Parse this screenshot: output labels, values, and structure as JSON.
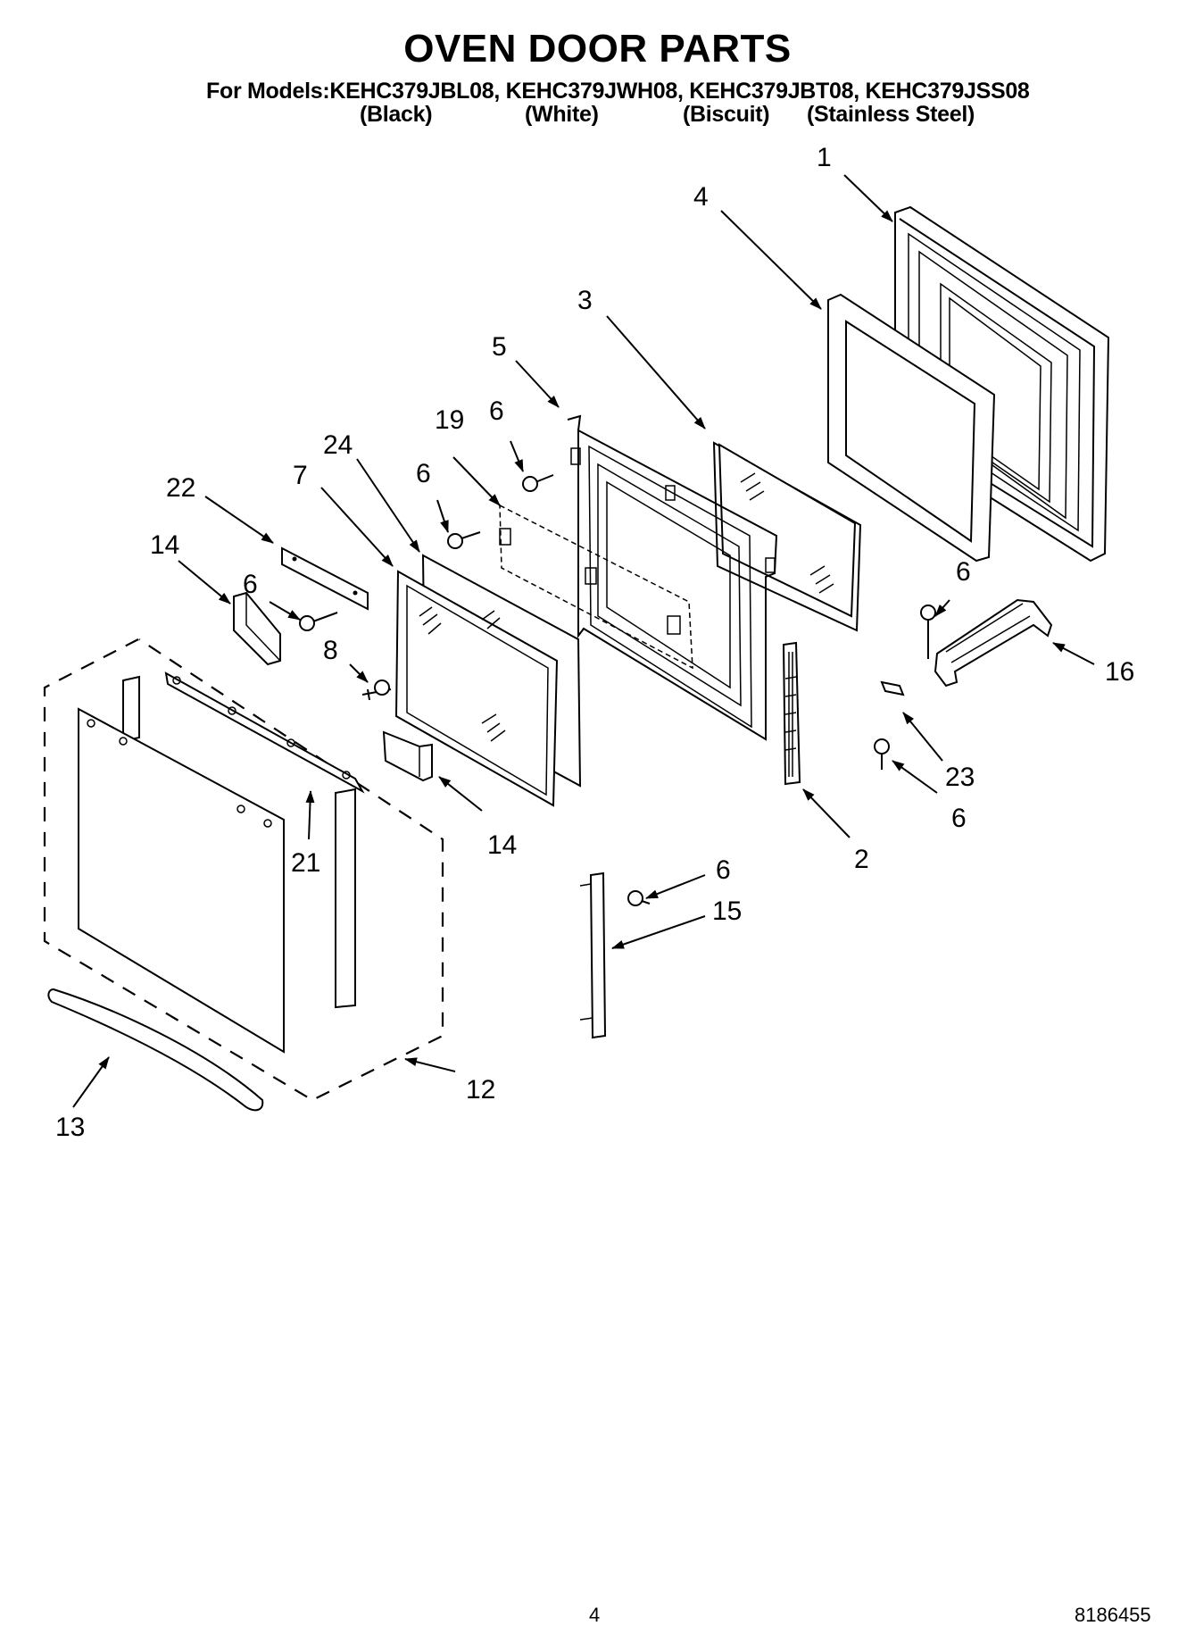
{
  "header": {
    "title": "OVEN DOOR PARTS",
    "models_line": "For Models:KEHC379JBL08, KEHC379JWH08, KEHC379JBT08, KEHC379JSS08",
    "colors": [
      "(Black)",
      "(White)",
      "(Biscuit)",
      "(Stainless Steel)"
    ]
  },
  "callouts": [
    {
      "id": "c1",
      "label": "1"
    },
    {
      "id": "c4",
      "label": "4"
    },
    {
      "id": "c3",
      "label": "3"
    },
    {
      "id": "c5",
      "label": "5"
    },
    {
      "id": "c6a",
      "label": "6"
    },
    {
      "id": "c19",
      "label": "19"
    },
    {
      "id": "c24",
      "label": "24"
    },
    {
      "id": "c6b",
      "label": "6"
    },
    {
      "id": "c22",
      "label": "22"
    },
    {
      "id": "c7",
      "label": "7"
    },
    {
      "id": "c14a",
      "label": "14"
    },
    {
      "id": "c6c",
      "label": "6"
    },
    {
      "id": "c8",
      "label": "8"
    },
    {
      "id": "c6d",
      "label": "6"
    },
    {
      "id": "c16",
      "label": "16"
    },
    {
      "id": "c23",
      "label": "23"
    },
    {
      "id": "c6e",
      "label": "6"
    },
    {
      "id": "c2",
      "label": "2"
    },
    {
      "id": "c14b",
      "label": "14"
    },
    {
      "id": "c21",
      "label": "21"
    },
    {
      "id": "c6f",
      "label": "6"
    },
    {
      "id": "c15",
      "label": "15"
    },
    {
      "id": "c12",
      "label": "12"
    },
    {
      "id": "c13",
      "label": "13"
    }
  ],
  "footer": {
    "page_number": "4",
    "doc_number": "8186455"
  }
}
